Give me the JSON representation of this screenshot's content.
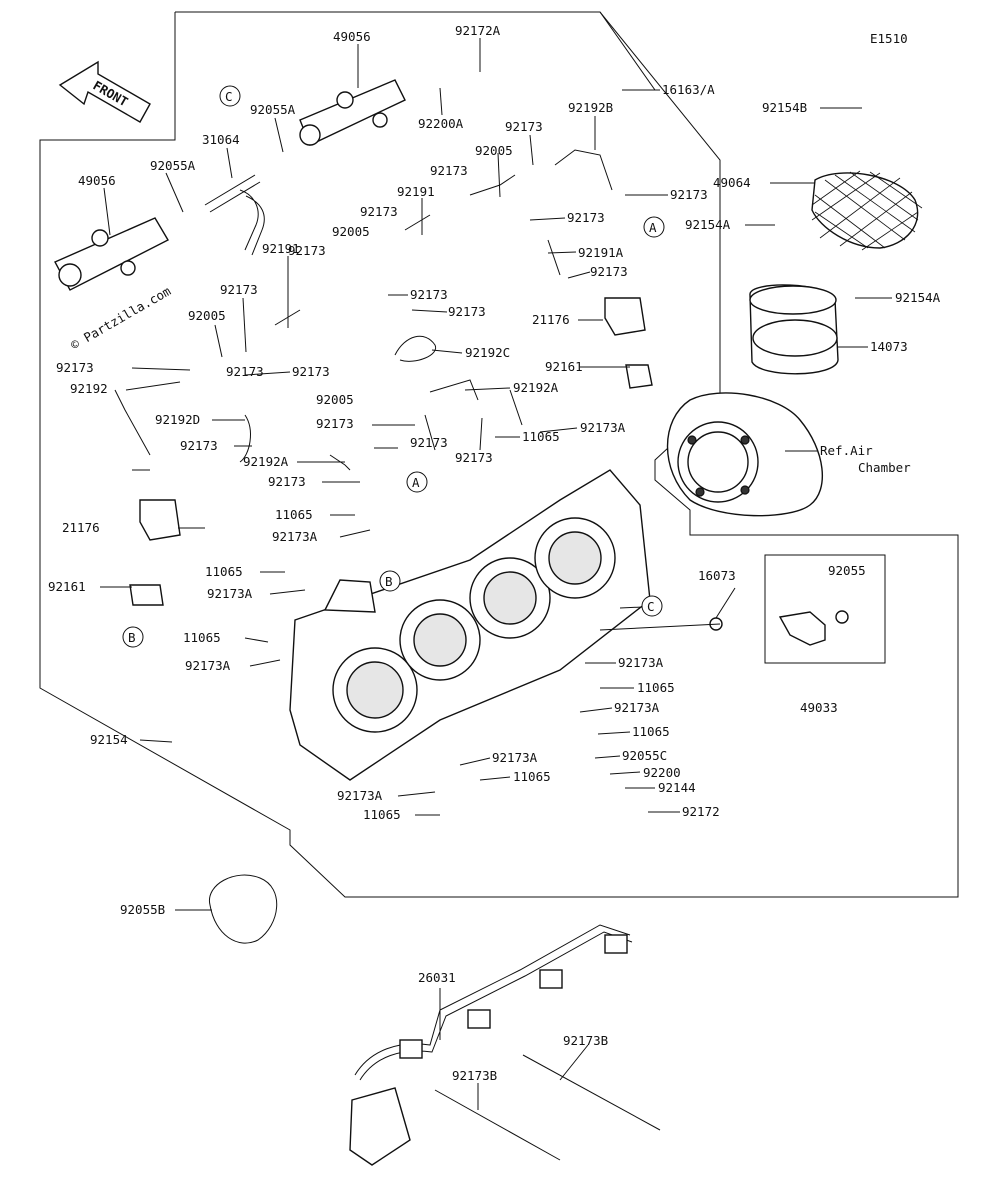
{
  "diagram_code": "E1510",
  "watermark": "© Partzilla.com",
  "front_label": "FRONT",
  "ref_label_line1": "Ref.Air",
  "ref_label_line2": "Chamber",
  "callouts": {
    "a": "A",
    "b": "B",
    "c": "C"
  },
  "labels": [
    "49056",
    "92172A",
    "16163/A",
    "92055A",
    "92200A",
    "31064",
    "92055A",
    "49056",
    "92192B",
    "92173",
    "92005",
    "92173",
    "92191",
    "92173",
    "92173",
    "92005",
    "92173",
    "92191",
    "92173",
    "92173",
    "92005",
    "92173",
    "92173",
    "92191A",
    "92173",
    "92173",
    "92173",
    "92192C",
    "92173",
    "92192",
    "92192D",
    "92173",
    "92005",
    "92173",
    "92173",
    "92173",
    "92192A",
    "92192A",
    "92173",
    "11065",
    "11065",
    "92173A",
    "11065",
    "92173A",
    "11065",
    "92173A",
    "21176",
    "92161",
    "21176",
    "92161",
    "92154B",
    "49064",
    "92154A",
    "92154A",
    "14073",
    "92173A",
    "16073",
    "92055",
    "49033",
    "92173A",
    "11065",
    "92173A",
    "11065",
    "92055C",
    "92200",
    "92144",
    "92172",
    "92173A",
    "11065",
    "92173A",
    "11065",
    "92154",
    "92055B",
    "26031",
    "92173B",
    "92173B"
  ]
}
